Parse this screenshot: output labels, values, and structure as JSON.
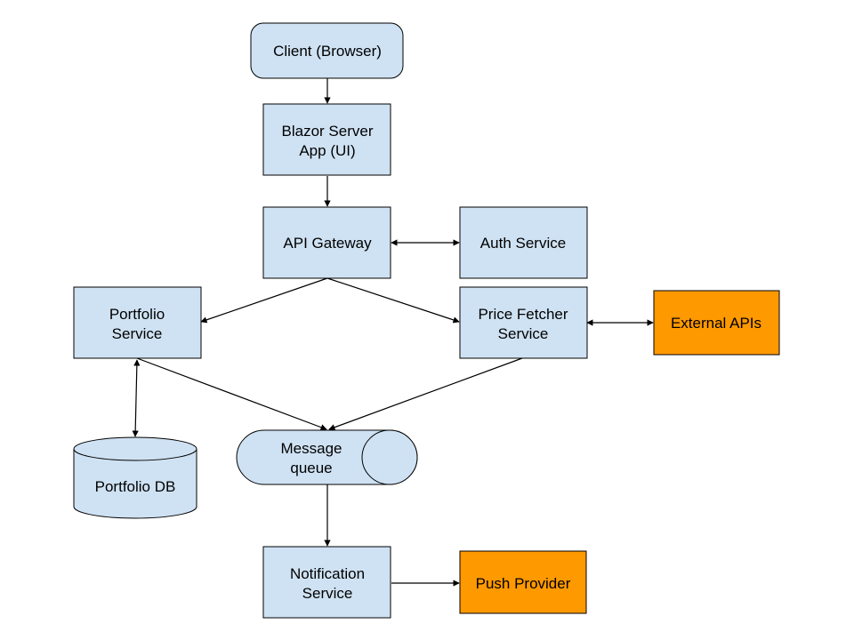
{
  "colors": {
    "service_fill": "#cfe2f3",
    "external_fill": "#ff9900",
    "stroke": "#000000"
  },
  "nodes": {
    "client": {
      "line1": "Client (Browser)"
    },
    "blazor": {
      "line1": "Blazor Server",
      "line2": "App (UI)"
    },
    "gateway": {
      "line1": "API Gateway"
    },
    "auth": {
      "line1": "Auth Service"
    },
    "portfolio_service": {
      "line1": "Portfolio",
      "line2": "Service"
    },
    "price_fetcher": {
      "line1": "Price Fetcher",
      "line2": "Service"
    },
    "external_apis": {
      "line1": "External APIs"
    },
    "portfolio_db": {
      "line1": "Portfolio DB"
    },
    "message_queue": {
      "line1": "Message",
      "line2": "queue"
    },
    "notification": {
      "line1": "Notification",
      "line2": "Service"
    },
    "push_provider": {
      "line1": "Push Provider"
    }
  }
}
